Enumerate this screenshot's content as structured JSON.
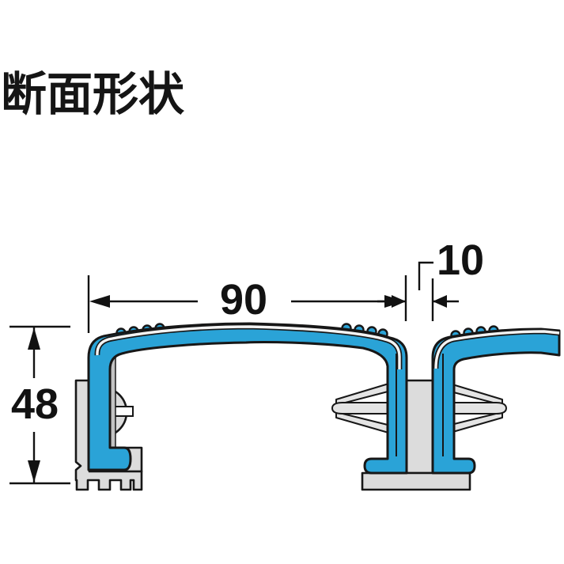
{
  "title": "断面形状",
  "diagram": {
    "dimensions": {
      "width_mm": "90",
      "joint_gap_mm": "10",
      "height_mm": "48"
    },
    "colors": {
      "profile_blue": "#2aa3d7",
      "metal_gray": "#dcdcdc",
      "outline_black": "#171717"
    }
  }
}
